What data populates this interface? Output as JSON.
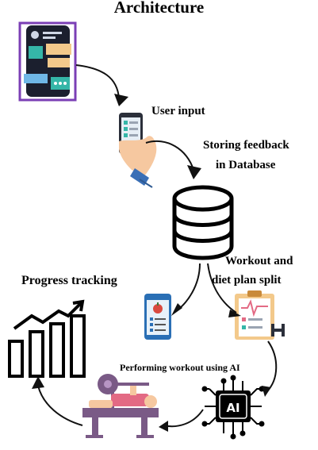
{
  "title": "Architecture",
  "nodes": {
    "user_input": "User input",
    "storing_feedback_line1": "Storing feedback",
    "storing_feedback_line2": "in Database",
    "workout_split_line1": "Workout and",
    "workout_split_line2": "diet plan split",
    "progress_tracking": "Progress tracking",
    "performing_workout": "Performing workout using AI",
    "ai_chip_label": "AI"
  },
  "icons": [
    "mobile-app-icon",
    "hand-phone-icon",
    "database-icon",
    "diet-app-icon",
    "workout-plan-icon",
    "ai-chip-icon",
    "bench-press-icon",
    "growth-chart-icon"
  ],
  "colors": {
    "purple": "#7b3fb5",
    "dark": "#1b1f2e",
    "skin": "#f6c8a0",
    "blue": "#3a6fb6",
    "pink": "#e36a84",
    "bench": "#7a5a86"
  }
}
